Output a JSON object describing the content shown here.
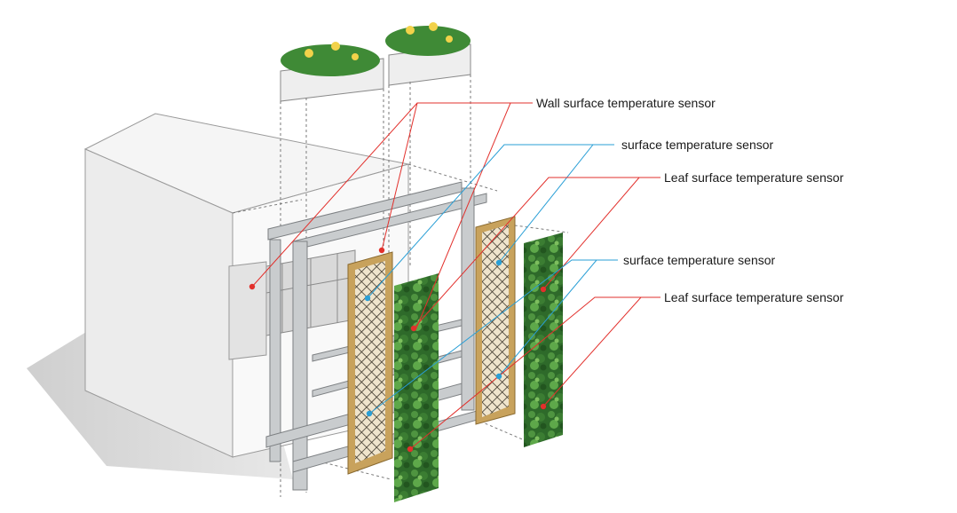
{
  "labels": {
    "wall_sensor": "Wall surface temperature sensor",
    "surface_sensor_1": "surface temperature sensor",
    "leaf_sensor_1": "Leaf surface temperature sensor",
    "surface_sensor_2": "surface temperature sensor",
    "leaf_sensor_2": "Leaf surface temperature sensor"
  },
  "colors": {
    "wall_sensor_marker": "#e2302c",
    "surface_sensor_marker": "#2a9fd6",
    "leaf_sensor_marker": "#e2302c",
    "frame_wood": "#c8a25c",
    "foliage": "#2f6e2c",
    "steel_frame": "#b9bcbf"
  }
}
